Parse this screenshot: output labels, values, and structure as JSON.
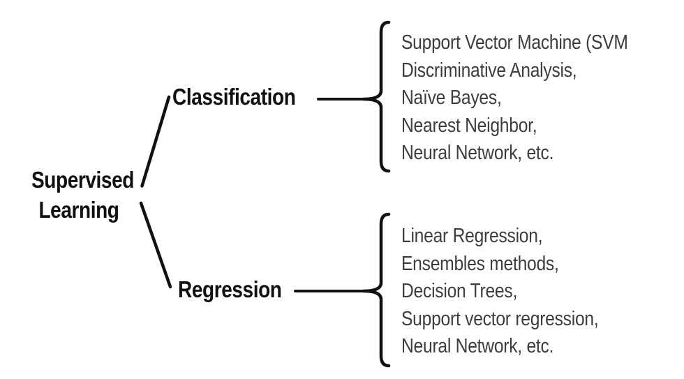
{
  "diagram": {
    "root": {
      "lines": [
        "Supervised",
        "Learning"
      ]
    },
    "branches": [
      {
        "label": "Classification",
        "items": [
          "Support Vector Machine (SVM",
          "Discriminative Analysis,",
          "Naïve Bayes,",
          "Nearest Neighbor,",
          "Neural Network, etc."
        ]
      },
      {
        "label": "Regression",
        "items": [
          "Linear Regression,",
          "Ensembles methods,",
          "Decision Trees,",
          "Support vector regression,",
          "Neural Network, etc."
        ]
      }
    ],
    "colors": {
      "line": "#111111",
      "label_text": "#101010",
      "list_text": "#3d3d3d",
      "background": "#ffffff"
    }
  }
}
